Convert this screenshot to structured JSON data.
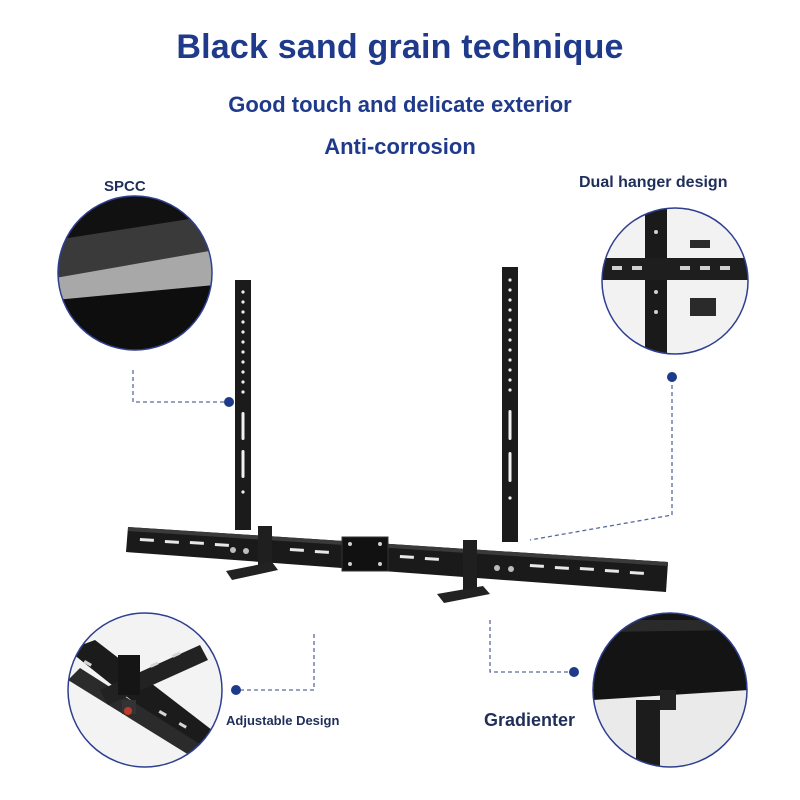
{
  "header": {
    "title": "Black sand grain technique",
    "line1": "Good touch and delicate exterior",
    "line2": "Anti-corrosion"
  },
  "callouts": {
    "material": "SPCC",
    "hanger": "Dual hanger design",
    "adjustable": "Adjustable Design",
    "gradienter": "Gradienter"
  },
  "colors": {
    "heading": "#1f3a8a",
    "label": "#1f2f5a",
    "dot": "#1e3a8a",
    "dashed_line": "#5a6a9a",
    "metal": "#1b1b1b",
    "circle_border": "#2f3f8f"
  }
}
